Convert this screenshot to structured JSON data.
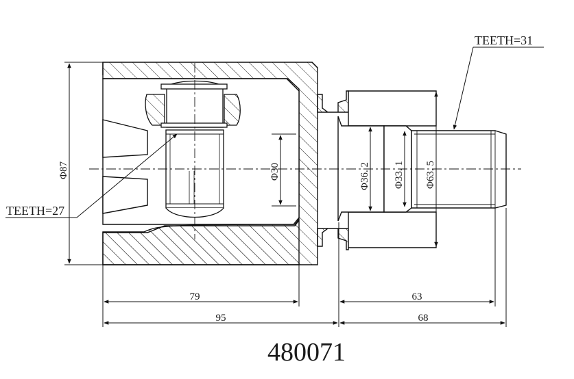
{
  "drawing": {
    "part_number": "480071",
    "teeth_outer": "TEETH=31",
    "teeth_inner": "TEETH=27",
    "dims": {
      "dia_87": "Φ87",
      "dia_30": "Φ30",
      "dia_36_2": "Φ36. 2",
      "dia_33_1": "Φ33. 1",
      "dia_63_5": "Φ63. 5",
      "len_79": "79",
      "len_95": "95",
      "len_63": "63",
      "len_68": "68"
    }
  }
}
